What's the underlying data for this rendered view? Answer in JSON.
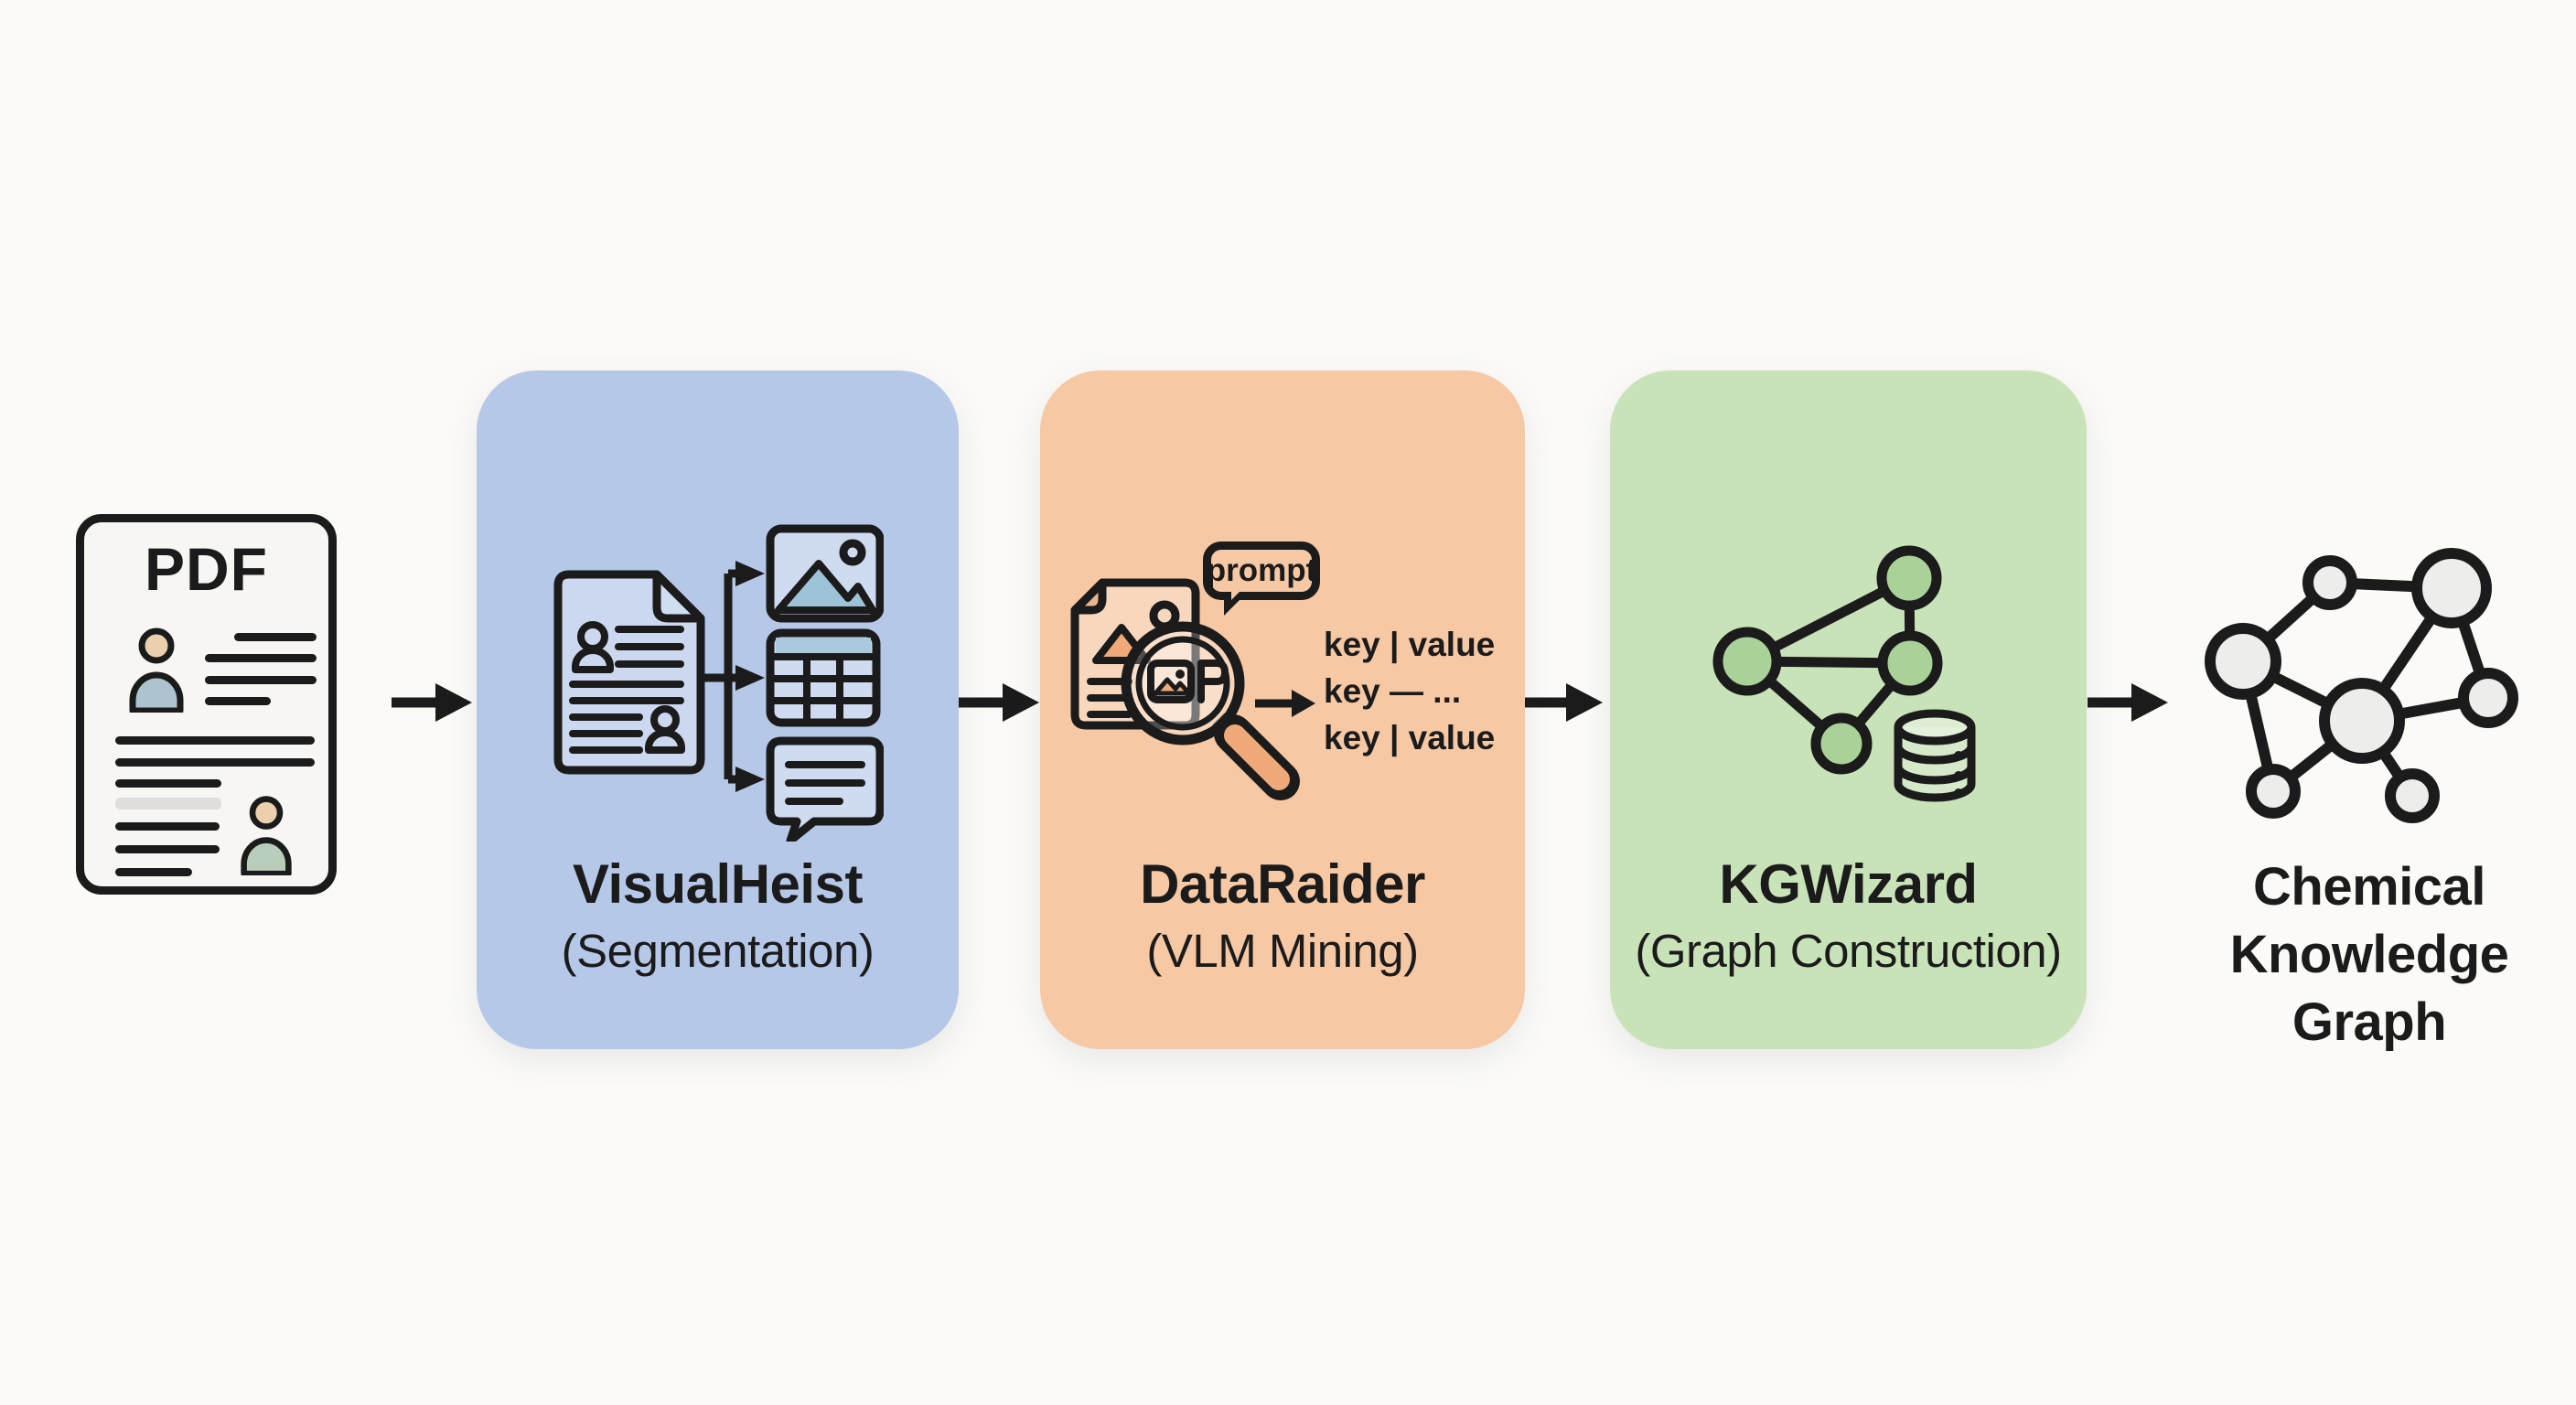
{
  "figure": {
    "type": "pipeline-diagram",
    "description_visible_text_only": true
  },
  "pdf_card": {
    "label": "PDF"
  },
  "modules": [
    {
      "title": "VisualHeist",
      "subtitle": "(Segmentation)"
    },
    {
      "title": "DataRaider",
      "subtitle": "(VLM Mining)",
      "prompt_label": "prompt",
      "kv_lines": [
        "key | value",
        "key — ...",
        "key | value"
      ]
    },
    {
      "title": "KGWizard",
      "subtitle": "(Graph Construction)"
    }
  ],
  "output": {
    "lines": [
      "Chemical",
      "Knowledge",
      "Graph"
    ]
  },
  "icons": {
    "pdf_card": "pdf-document-icon",
    "visualheist": [
      "document-icon",
      "branch-arrows-icon",
      "image-icon",
      "table-icon",
      "speech-bubble-icon"
    ],
    "dataraider": [
      "document-icon",
      "magnifier-icon",
      "prompt-bubble-icon",
      "arrow-icon"
    ],
    "kgwizard": [
      "graph-nodes-icon",
      "database-icon"
    ],
    "output": "network-graph-icon"
  },
  "colors": {
    "background": "#fbfaf7",
    "ink": "#1b1b1b",
    "paper": "#f7f6f3",
    "box_blue": "#b6c8e8",
    "box_orange": "#f6c8a4",
    "box_green": "#c9e3b8",
    "person_head": "#ecd0ae",
    "person_body_blue": "#adc3cf",
    "person_body_green": "#b9ceba",
    "mountain_blue": "#9fc3d6",
    "table_header_blue": "#a9c9df",
    "node_green": "#a9d198",
    "node_gray": "#ededea",
    "handle_orange": "#f0aa79",
    "fold_blue": "#cfdef0",
    "fold_orange": "#e8b58e"
  }
}
